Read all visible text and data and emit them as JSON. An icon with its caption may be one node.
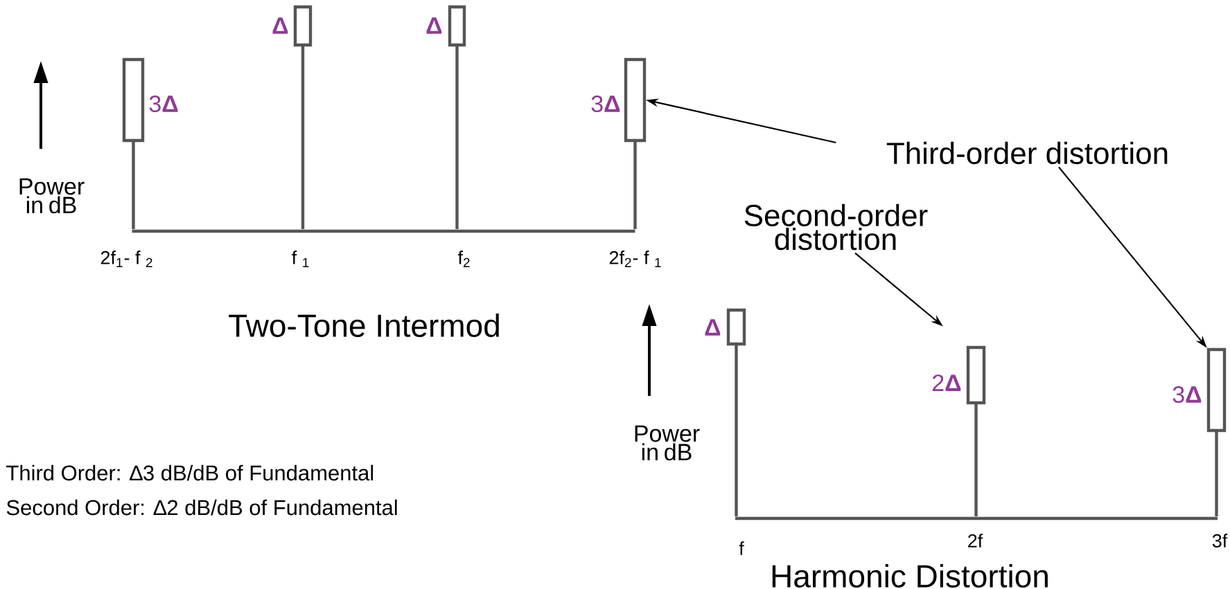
{
  "diagram": {
    "nodes": [
      {
        "text": [],
        "shape": "box",
        "beside": [
          "3**Δ**"
        ]
      },
      {
        "text": [],
        "shape": "box",
        "beside": [
          "**Δ**"
        ]
      },
      {
        "text": [],
        "shape": "box",
        "beside": [
          "**Δ**"
        ]
      },
      {
        "text": [],
        "shape": "box",
        "beside": [
          "3**Δ**"
        ]
      },
      {
        "text": [],
        "shape": "box",
        "beside": [
          "**Δ**"
        ]
      },
      {
        "text": [],
        "shape": "box",
        "beside": [
          "2**Δ**"
        ]
      },
      {
        "text": [],
        "shape": "box",
        "beside": [
          "3**Δ**"
        ]
      },
      {
        "text": [
          "Third-order distortion"
        ]
      },
      {
        "text": [
          "Second-order distortion"
        ]
      }
    ],
    "edges": [
      {
        "from": 7,
        "to": 3,
        "arrow": "to"
      },
      {
        "from": 7,
        "to": 6,
        "arrow": "to"
      },
      {
        "from": 8,
        "to": 5,
        "arrow": "to"
      }
    ],
    "labels": [
      "Power in dB",
      "2f$_{1}$- f $_{2}$",
      "f $_{1}$",
      "f$_{2}$",
      "2f$_{2}$- f $_{1}$",
      "Two-Tone Intermod",
      "Power in dB",
      "f",
      "2f",
      "3f",
      "Harmonic Distortion",
      "Third Order: ∆3 dB/dB of Fundamental",
      "Second Order: ∆2 dB/dB of Fundamental"
    ]
  }
}
